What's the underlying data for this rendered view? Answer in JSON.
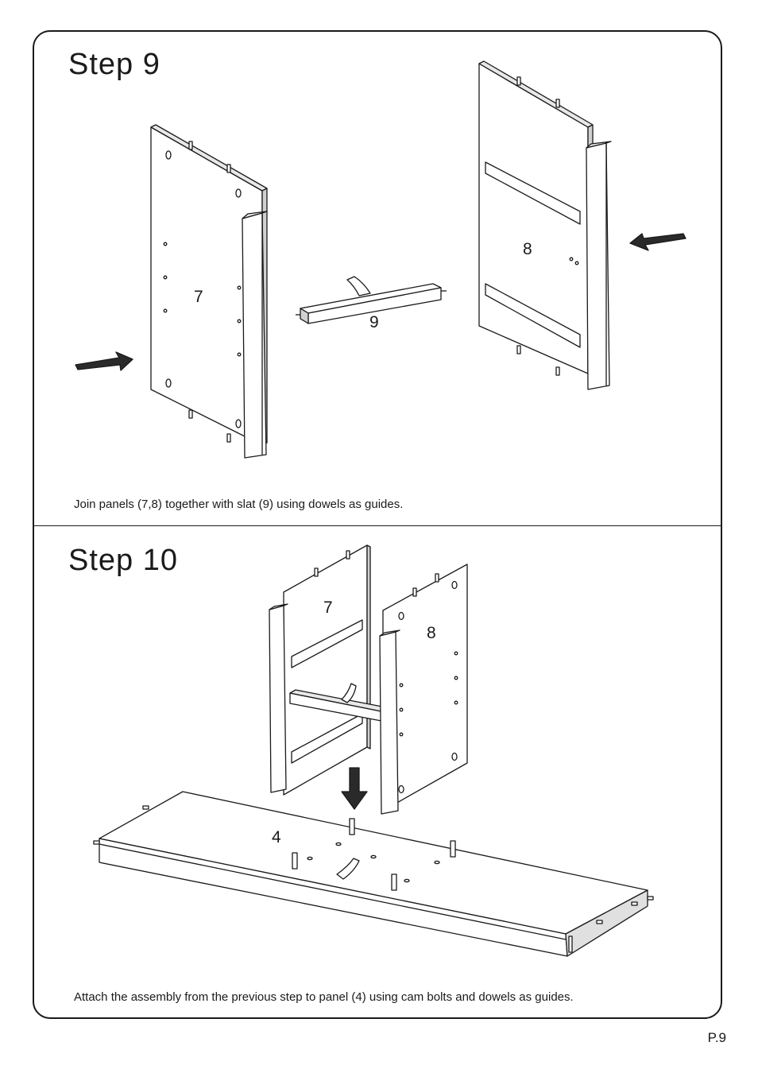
{
  "step9": {
    "title": "Step  9",
    "caption": "Join panels (7,8) together with slat (9) using dowels as guides.",
    "labels": {
      "panel_7": "7",
      "panel_8": "8",
      "slat_9": "9"
    }
  },
  "step10": {
    "title": "Step  10",
    "caption": "Attach the assembly from the previous step to panel (4) using cam bolts and dowels as guides.",
    "labels": {
      "panel_7": "7",
      "panel_8": "8",
      "panel_4": "4"
    }
  },
  "page_number": "P.9"
}
